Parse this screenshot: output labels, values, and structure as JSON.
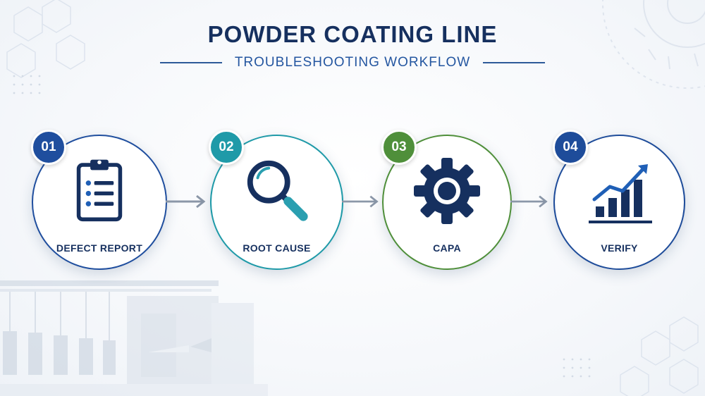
{
  "header": {
    "title": "POWDER COATING LINE",
    "subtitle": "TROUBLESHOOTING WORKFLOW"
  },
  "colors": {
    "navy": "#16305f",
    "step1": "#1f4e9e",
    "step2": "#1f9aa8",
    "step3": "#4f8f3a",
    "step4": "#1e4c9a",
    "arrow": "#8b97a8"
  },
  "steps": [
    {
      "number": "01",
      "label": "DEFECT REPORT",
      "icon": "clipboard-icon"
    },
    {
      "number": "02",
      "label": "ROOT CAUSE",
      "icon": "magnifier-icon"
    },
    {
      "number": "03",
      "label": "CAPA",
      "icon": "gear-icon"
    },
    {
      "number": "04",
      "label": "VERIFY",
      "icon": "bar-chart-icon"
    }
  ]
}
